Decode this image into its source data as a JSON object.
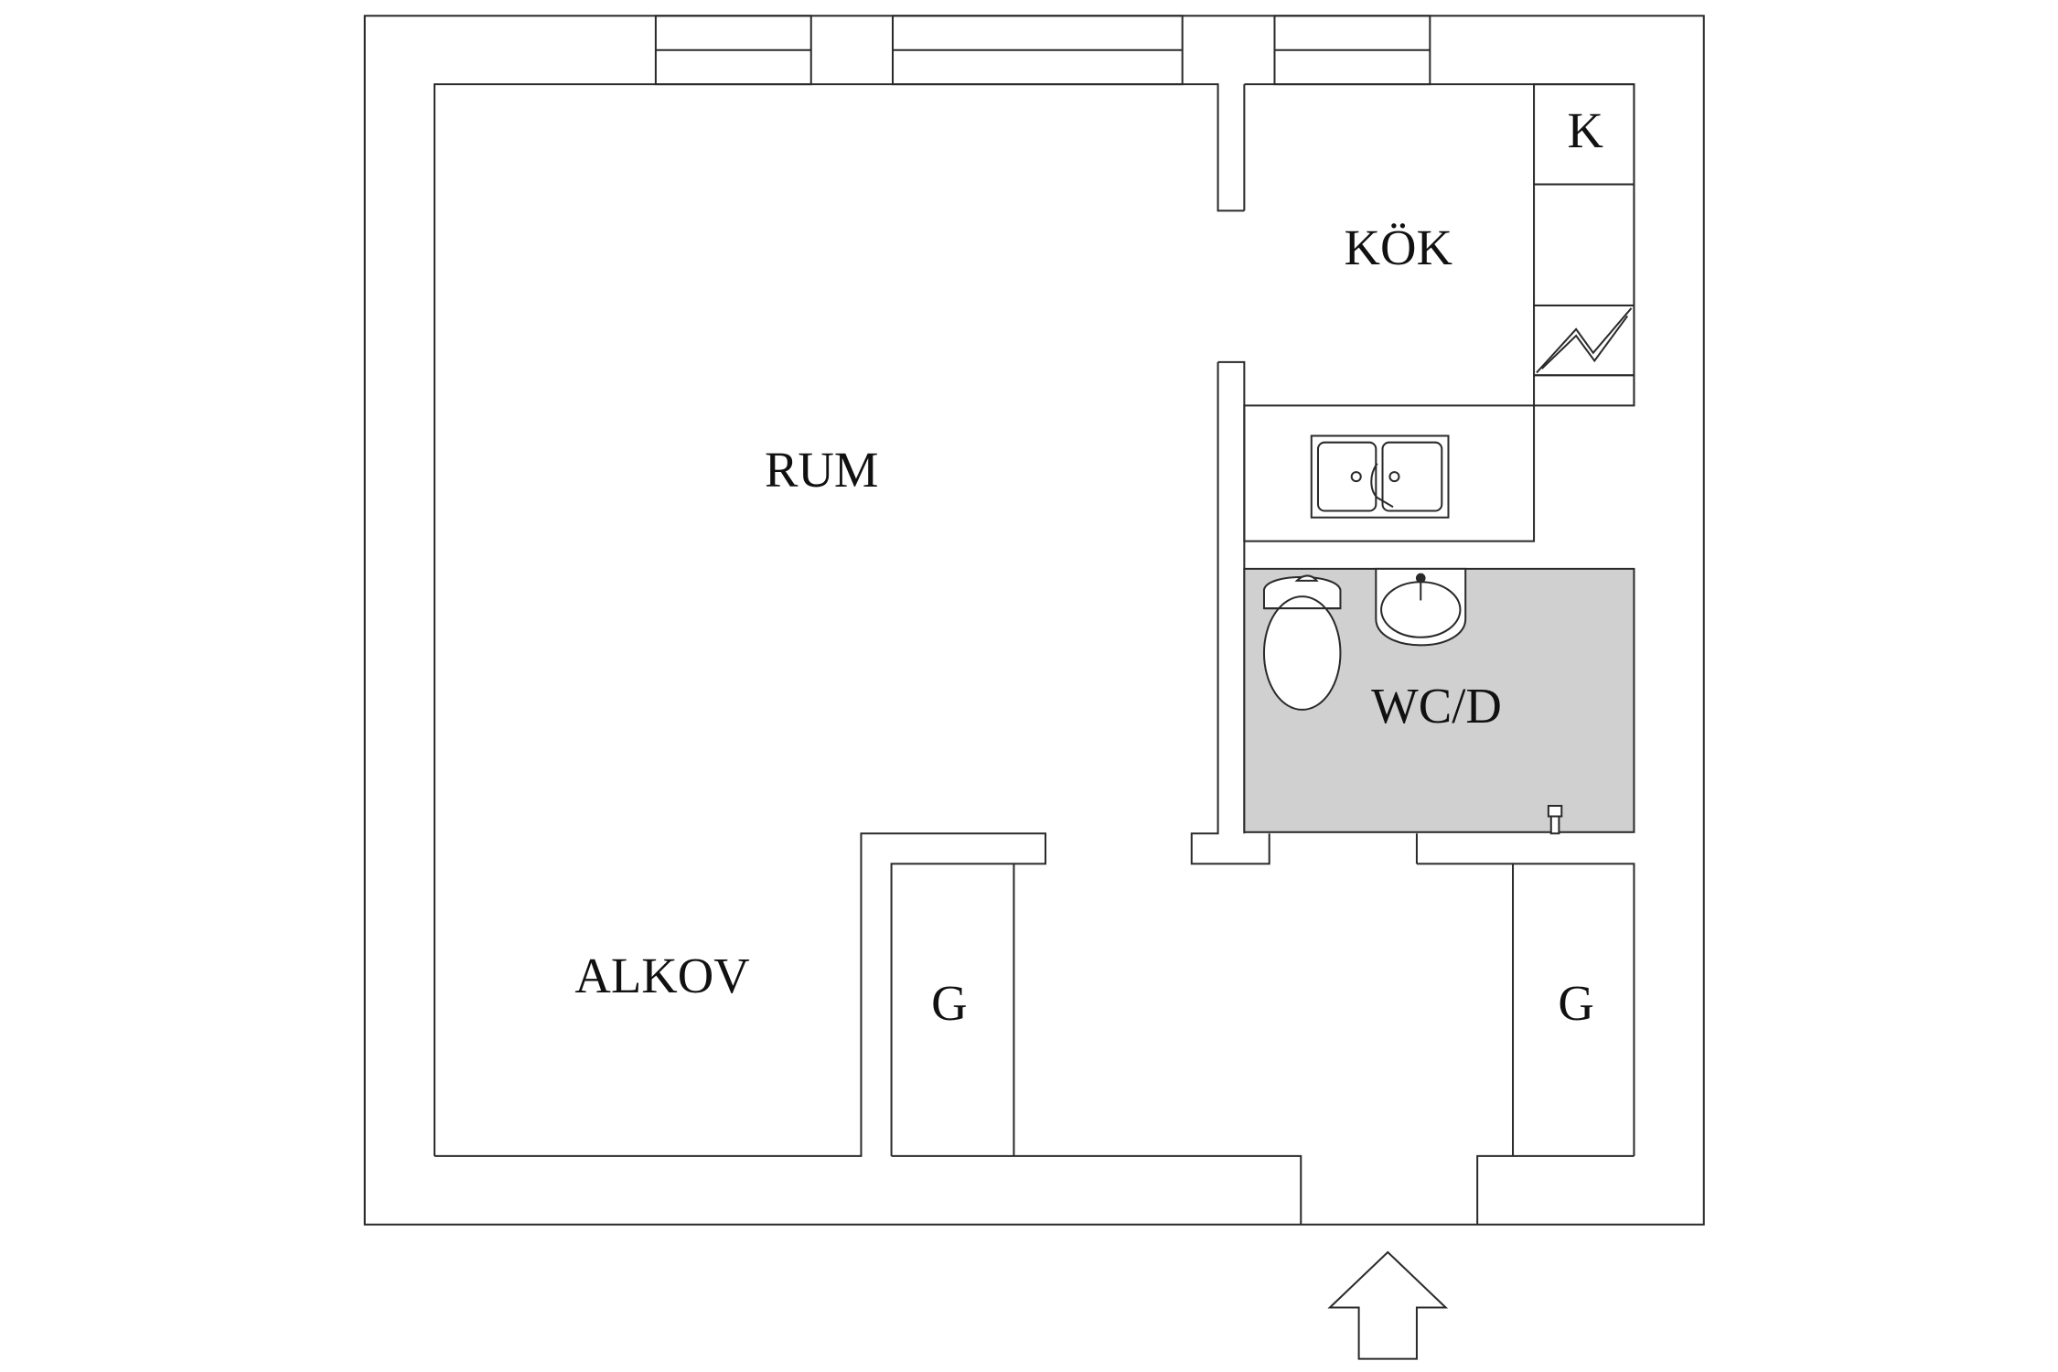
{
  "rooms": {
    "rum": "RUM",
    "kok": "KÖK",
    "wc": "WC/D",
    "alkov": "ALKOV",
    "garderob_1": "G",
    "garderob_2": "G",
    "kyl": "K"
  },
  "icons": {
    "entrance": "entrance-arrow-icon",
    "stove": "stove-icon",
    "sink": "kitchen-sink-icon",
    "toilet": "toilet-icon",
    "washbasin": "washbasin-icon",
    "drain": "floor-drain-icon"
  },
  "colors": {
    "wall_fill": "#ffffff",
    "line": "#2a2a2a",
    "wet_room": "#d0d0d0"
  }
}
